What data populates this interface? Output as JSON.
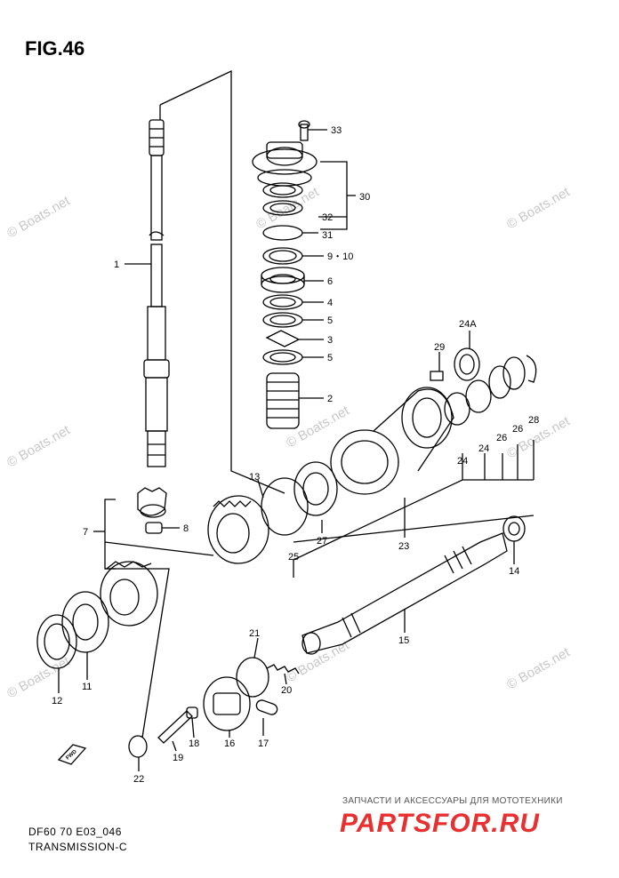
{
  "figure": {
    "title": "FIG.46",
    "model_code": "DF60 70 E03_046",
    "section_name": "TRANSMISSION-C"
  },
  "watermark": {
    "text": "© Boats.net"
  },
  "branding": {
    "tagline": "ЗАПЧАСТИ И АКСЕССУАРЫ ДЛЯ МОТОТЕХНИКИ",
    "logo_text": "PARTSFOR.RU",
    "color": "#e83030"
  },
  "fwd_arrow_label": "FWD",
  "callouts": [
    {
      "id": "33",
      "label": "33"
    },
    {
      "id": "30",
      "label": "30"
    },
    {
      "id": "32",
      "label": "32"
    },
    {
      "id": "31",
      "label": "31"
    },
    {
      "id": "9-10",
      "label": "9・10"
    },
    {
      "id": "6",
      "label": "6"
    },
    {
      "id": "4",
      "label": "4"
    },
    {
      "id": "5a",
      "label": "5"
    },
    {
      "id": "3",
      "label": "3"
    },
    {
      "id": "5b",
      "label": "5"
    },
    {
      "id": "2",
      "label": "2"
    },
    {
      "id": "1",
      "label": "1"
    },
    {
      "id": "24A",
      "label": "24A"
    },
    {
      "id": "29",
      "label": "29"
    },
    {
      "id": "28",
      "label": "28"
    },
    {
      "id": "26a",
      "label": "26"
    },
    {
      "id": "26b",
      "label": "26"
    },
    {
      "id": "24a",
      "label": "24"
    },
    {
      "id": "24b",
      "label": "24"
    },
    {
      "id": "13",
      "label": "13"
    },
    {
      "id": "7",
      "label": "7"
    },
    {
      "id": "8",
      "label": "8"
    },
    {
      "id": "27",
      "label": "27"
    },
    {
      "id": "23",
      "label": "23"
    },
    {
      "id": "25",
      "label": "25"
    },
    {
      "id": "14",
      "label": "14"
    },
    {
      "id": "15",
      "label": "15"
    },
    {
      "id": "12",
      "label": "12"
    },
    {
      "id": "11",
      "label": "11"
    },
    {
      "id": "21",
      "label": "21"
    },
    {
      "id": "20",
      "label": "20"
    },
    {
      "id": "16",
      "label": "16"
    },
    {
      "id": "17",
      "label": "17"
    },
    {
      "id": "18",
      "label": "18"
    },
    {
      "id": "19",
      "label": "19"
    },
    {
      "id": "22",
      "label": "22"
    }
  ]
}
